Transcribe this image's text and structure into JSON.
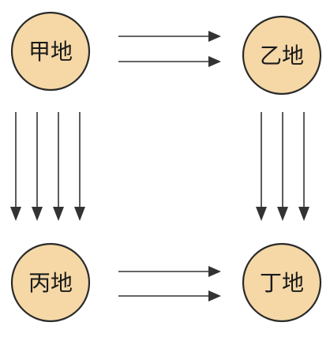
{
  "nodes": [
    {
      "id": "jia",
      "label": "甲地"
    },
    {
      "id": "yi",
      "label": "乙地"
    },
    {
      "id": "bing",
      "label": "丙地"
    },
    {
      "id": "ding",
      "label": "丁地"
    }
  ],
  "flows": [
    {
      "from": "jia",
      "to": "yi",
      "arrow_count": 2
    },
    {
      "from": "jia",
      "to": "bing",
      "arrow_count": 4
    },
    {
      "from": "yi",
      "to": "ding",
      "arrow_count": 3
    },
    {
      "from": "bing",
      "to": "ding",
      "arrow_count": 2
    }
  ],
  "colors": {
    "node_fill": "#f5d8a6",
    "node_stroke": "#2a2a2a",
    "arrow": "#333333"
  }
}
